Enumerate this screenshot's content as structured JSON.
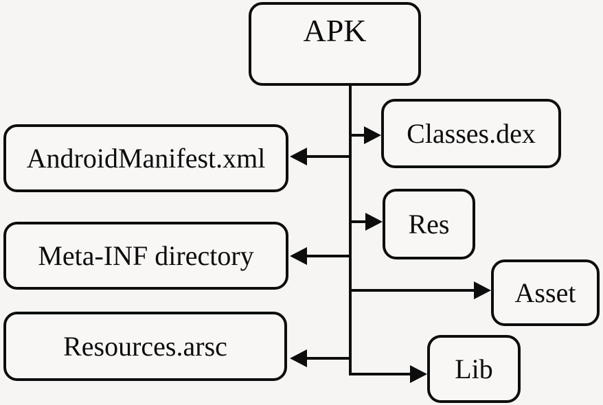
{
  "diagram": {
    "type": "tree",
    "root": "APK",
    "nodes": {
      "apk": {
        "label": "APK"
      },
      "classes_dex": {
        "label": "Classes.dex"
      },
      "android_manifest": {
        "label": "AndroidManifest.xml"
      },
      "res": {
        "label": "Res"
      },
      "meta_inf": {
        "label": "Meta-INF directory"
      },
      "asset": {
        "label": "Asset"
      },
      "resources_arsc": {
        "label": "Resources.arsc"
      },
      "lib": {
        "label": "Lib"
      }
    },
    "edges": [
      {
        "from": "APK",
        "to": "Classes.dex",
        "direction": "right"
      },
      {
        "from": "APK",
        "to": "AndroidManifest.xml",
        "direction": "left"
      },
      {
        "from": "APK",
        "to": "Res",
        "direction": "right"
      },
      {
        "from": "APK",
        "to": "Meta-INF directory",
        "direction": "left"
      },
      {
        "from": "APK",
        "to": "Asset",
        "direction": "right"
      },
      {
        "from": "APK",
        "to": "Resources.arsc",
        "direction": "left"
      },
      {
        "from": "APK",
        "to": "Lib",
        "direction": "right"
      }
    ],
    "colors": {
      "line": "#0d0d0d",
      "background": "#f6f5f3",
      "node_fill": "#f8f7f6"
    }
  }
}
